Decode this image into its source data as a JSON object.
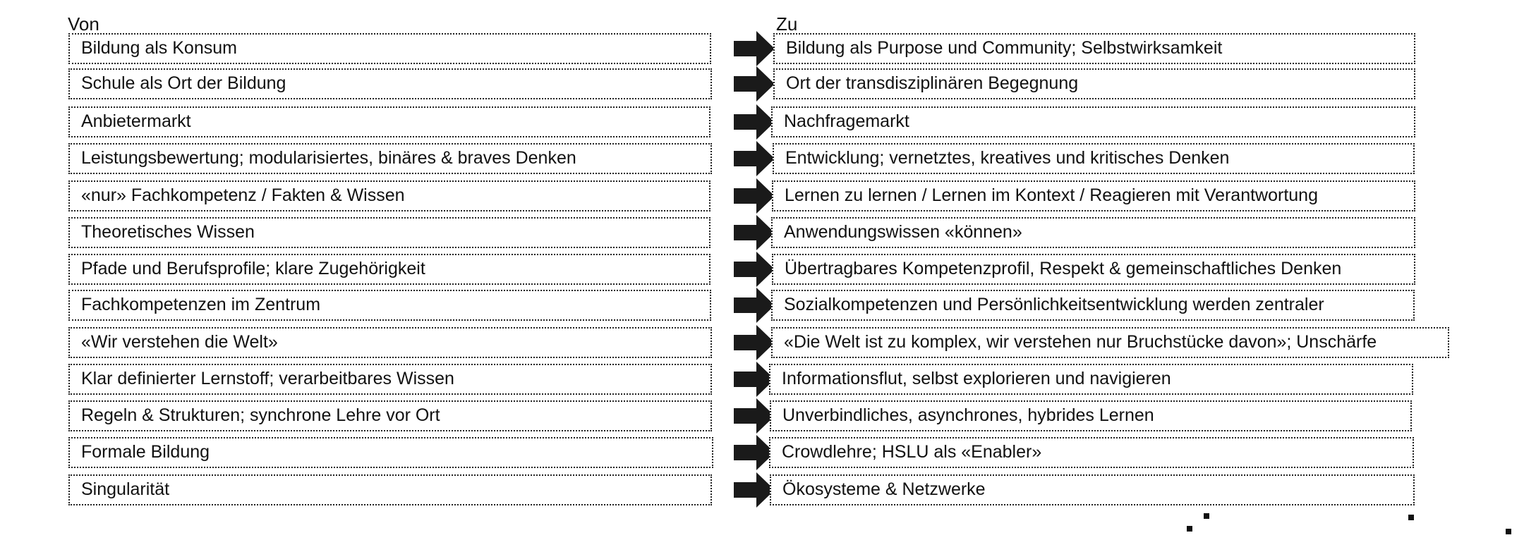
{
  "headers": {
    "left": "Von",
    "right": "Zu"
  },
  "rows": [
    {
      "from": "Bildung als Konsum",
      "to": "Bildung als Purpose und Community; Selbstwirksamkeit"
    },
    {
      "from": "Schule als Ort der Bildung",
      "to": "Ort der transdisziplinären Begegnung"
    },
    {
      "from": "Anbietermarkt",
      "to": "Nachfragemarkt"
    },
    {
      "from": "Leistungsbewertung; modularisiertes, binäres & braves Denken",
      "to": "Entwicklung; vernetztes, kreatives und kritisches Denken"
    },
    {
      "from": "«nur» Fachkompetenz / Fakten & Wissen",
      "to": "Lernen zu lernen / Lernen im Kontext / Reagieren mit Verantwortung"
    },
    {
      "from": "Theoretisches Wissen",
      "to": "Anwendungswissen «können»"
    },
    {
      "from": "Pfade und Berufsprofile; klare Zugehörigkeit",
      "to": "Übertragbares Kompetenzprofil, Respekt & gemeinschaftliches Denken"
    },
    {
      "from": "Fachkompetenzen im Zentrum",
      "to": "Sozialkompetenzen und Persönlichkeitsentwicklung werden zentraler"
    },
    {
      "from": "«Wir verstehen die Welt»",
      "to": "«Die Welt ist zu komplex, wir verstehen nur Bruchstücke davon»; Unschärfe"
    },
    {
      "from": "Klar definierter Lernstoff; verarbeitbares Wissen",
      "to": "Informationsflut, selbst explorieren und navigieren"
    },
    {
      "from": "Regeln & Strukturen; synchrone Lehre vor Ort",
      "to": "Unverbindliches, asynchrones, hybrides Lernen"
    },
    {
      "from": "Formale Bildung",
      "to": "Crowdlehre; HSLU als «Enabler»"
    },
    {
      "from": "Singularität",
      "to": "Ökosysteme & Netzwerke"
    }
  ]
}
